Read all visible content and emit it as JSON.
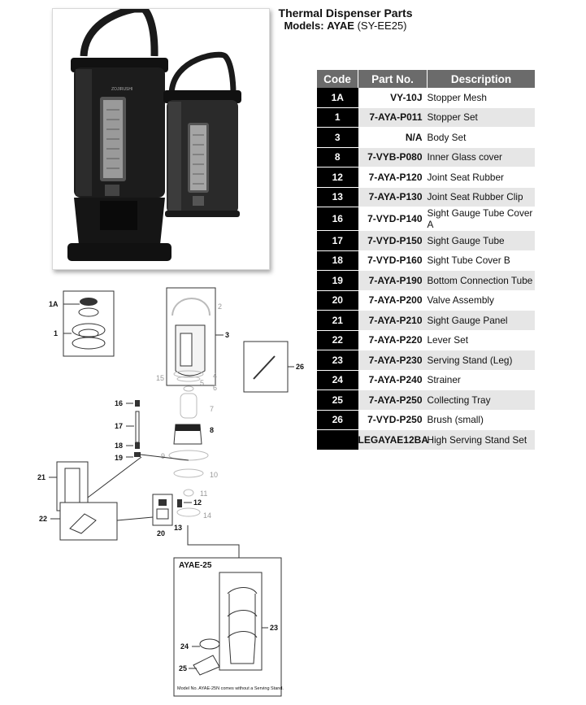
{
  "header": {
    "title": "Thermal Dispenser Parts",
    "models_prefix": "Models:",
    "models_name": "AYAE",
    "models_suffix": "(SY-EE25)"
  },
  "table": {
    "columns": [
      "Code",
      "Part No.",
      "Description"
    ],
    "rows": [
      {
        "code": "1A",
        "part_no": "VY-10J",
        "description": "Stopper Mesh"
      },
      {
        "code": "1",
        "part_no": "7-AYA-P011",
        "description": "Stopper Set"
      },
      {
        "code": "3",
        "part_no": "N/A",
        "description": "Body Set"
      },
      {
        "code": "8",
        "part_no": "7-VYB-P080",
        "description": "Inner Glass cover"
      },
      {
        "code": "12",
        "part_no": "7-AYA-P120",
        "description": "Joint Seat Rubber"
      },
      {
        "code": "13",
        "part_no": "7-AYA-P130",
        "description": "Joint Seat Rubber Clip"
      },
      {
        "code": "16",
        "part_no": "7-VYD-P140",
        "description": "Sight Gauge Tube Cover A"
      },
      {
        "code": "17",
        "part_no": "7-VYD-P150",
        "description": "Sight Gauge Tube"
      },
      {
        "code": "18",
        "part_no": "7-VYD-P160",
        "description": "Sight Tube Cover B"
      },
      {
        "code": "19",
        "part_no": "7-AYA-P190",
        "description": "Bottom Connection Tube"
      },
      {
        "code": "20",
        "part_no": "7-AYA-P200",
        "description": "Valve Assembly"
      },
      {
        "code": "21",
        "part_no": "7-AYA-P210",
        "description": "Sight Gauge Panel"
      },
      {
        "code": "22",
        "part_no": "7-AYA-P220",
        "description": "Lever Set"
      },
      {
        "code": "23",
        "part_no": "7-AYA-P230",
        "description": "Serving Stand (Leg)"
      },
      {
        "code": "24",
        "part_no": "7-AYA-P240",
        "description": "Strainer"
      },
      {
        "code": "25",
        "part_no": "7-AYA-P250",
        "description": "Collecting Tray"
      },
      {
        "code": "26",
        "part_no": "7-VYD-P250",
        "description": "Brush (small)"
      },
      {
        "code": "",
        "part_no": "LEGAYAE12BA",
        "description": "High Serving Stand Set"
      }
    ]
  },
  "diagram": {
    "callouts": {
      "c1A": "1A",
      "c1": "1",
      "c2": "2",
      "c3": "3",
      "c4": "4",
      "c5": "5",
      "c6": "6",
      "c7": "7",
      "c8": "8",
      "c9": "9",
      "c10": "10",
      "c11": "11",
      "c12": "12",
      "c13": "13",
      "c14": "14",
      "c15": "15",
      "c16": "16",
      "c17": "17",
      "c18": "18",
      "c19": "19",
      "c20": "20",
      "c21": "21",
      "c22": "22",
      "c23": "23",
      "c24": "24",
      "c25": "25",
      "c26": "26"
    },
    "inset_title": "AYAE-25",
    "inset_note": "Model No. AYAE-25N comes without a Serving Stand."
  }
}
